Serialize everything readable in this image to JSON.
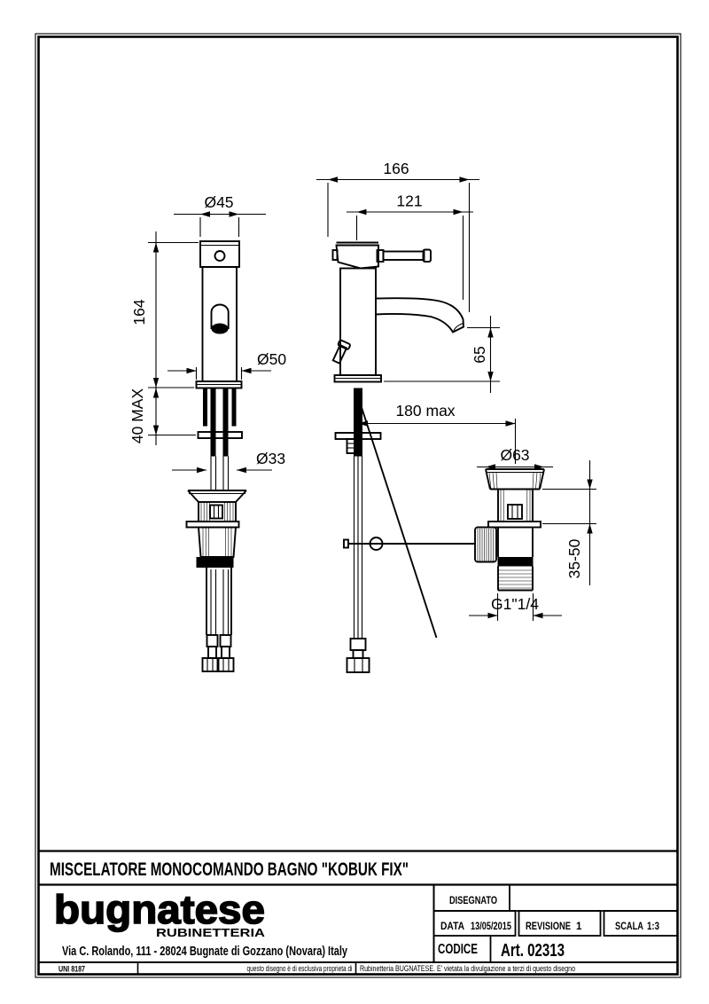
{
  "sheet": {
    "title": "MISCELATORE MONOCOMANDO BAGNO \"KOBUK FIX\""
  },
  "drawing": {
    "dims": {
      "overall_depth": "166",
      "spout_reach": "121",
      "cap_diameter": "Ø45",
      "body_height": "164",
      "base_diameter": "Ø50",
      "deck_max": "40 MAX",
      "hole_diameter": "Ø33",
      "spout_height": "65",
      "rod_reach": "180 max",
      "waste_flange_diameter": "Ø63",
      "deck_range": "35-50",
      "waste_thread": "G1\"1/4"
    }
  },
  "logo_block": {
    "brand": "bugnatese",
    "brand_sub": "RUBINETTERIA",
    "address": "Via C. Rolando, 111 - 28024 Bugnate di Gozzano (Novara) Italy"
  },
  "title_block": {
    "disegnato_label": "DISEGNATO",
    "data_label": "DATA",
    "data_value": "13/05/2015",
    "revisione_label": "REVISIONE",
    "revisione_value": "1",
    "scala_label": "SCALA",
    "scala_value": "1:3",
    "codice_label": "CODICE",
    "codice_value": "Art. 02313"
  },
  "footer": {
    "standard": "UNI 8187",
    "notice_left": "questo disegno è di esclusiva proprieta di",
    "notice_right": "Rubinetteria BUGNATESE. E' vietata la divulgazione a terzi di questo disegno"
  }
}
